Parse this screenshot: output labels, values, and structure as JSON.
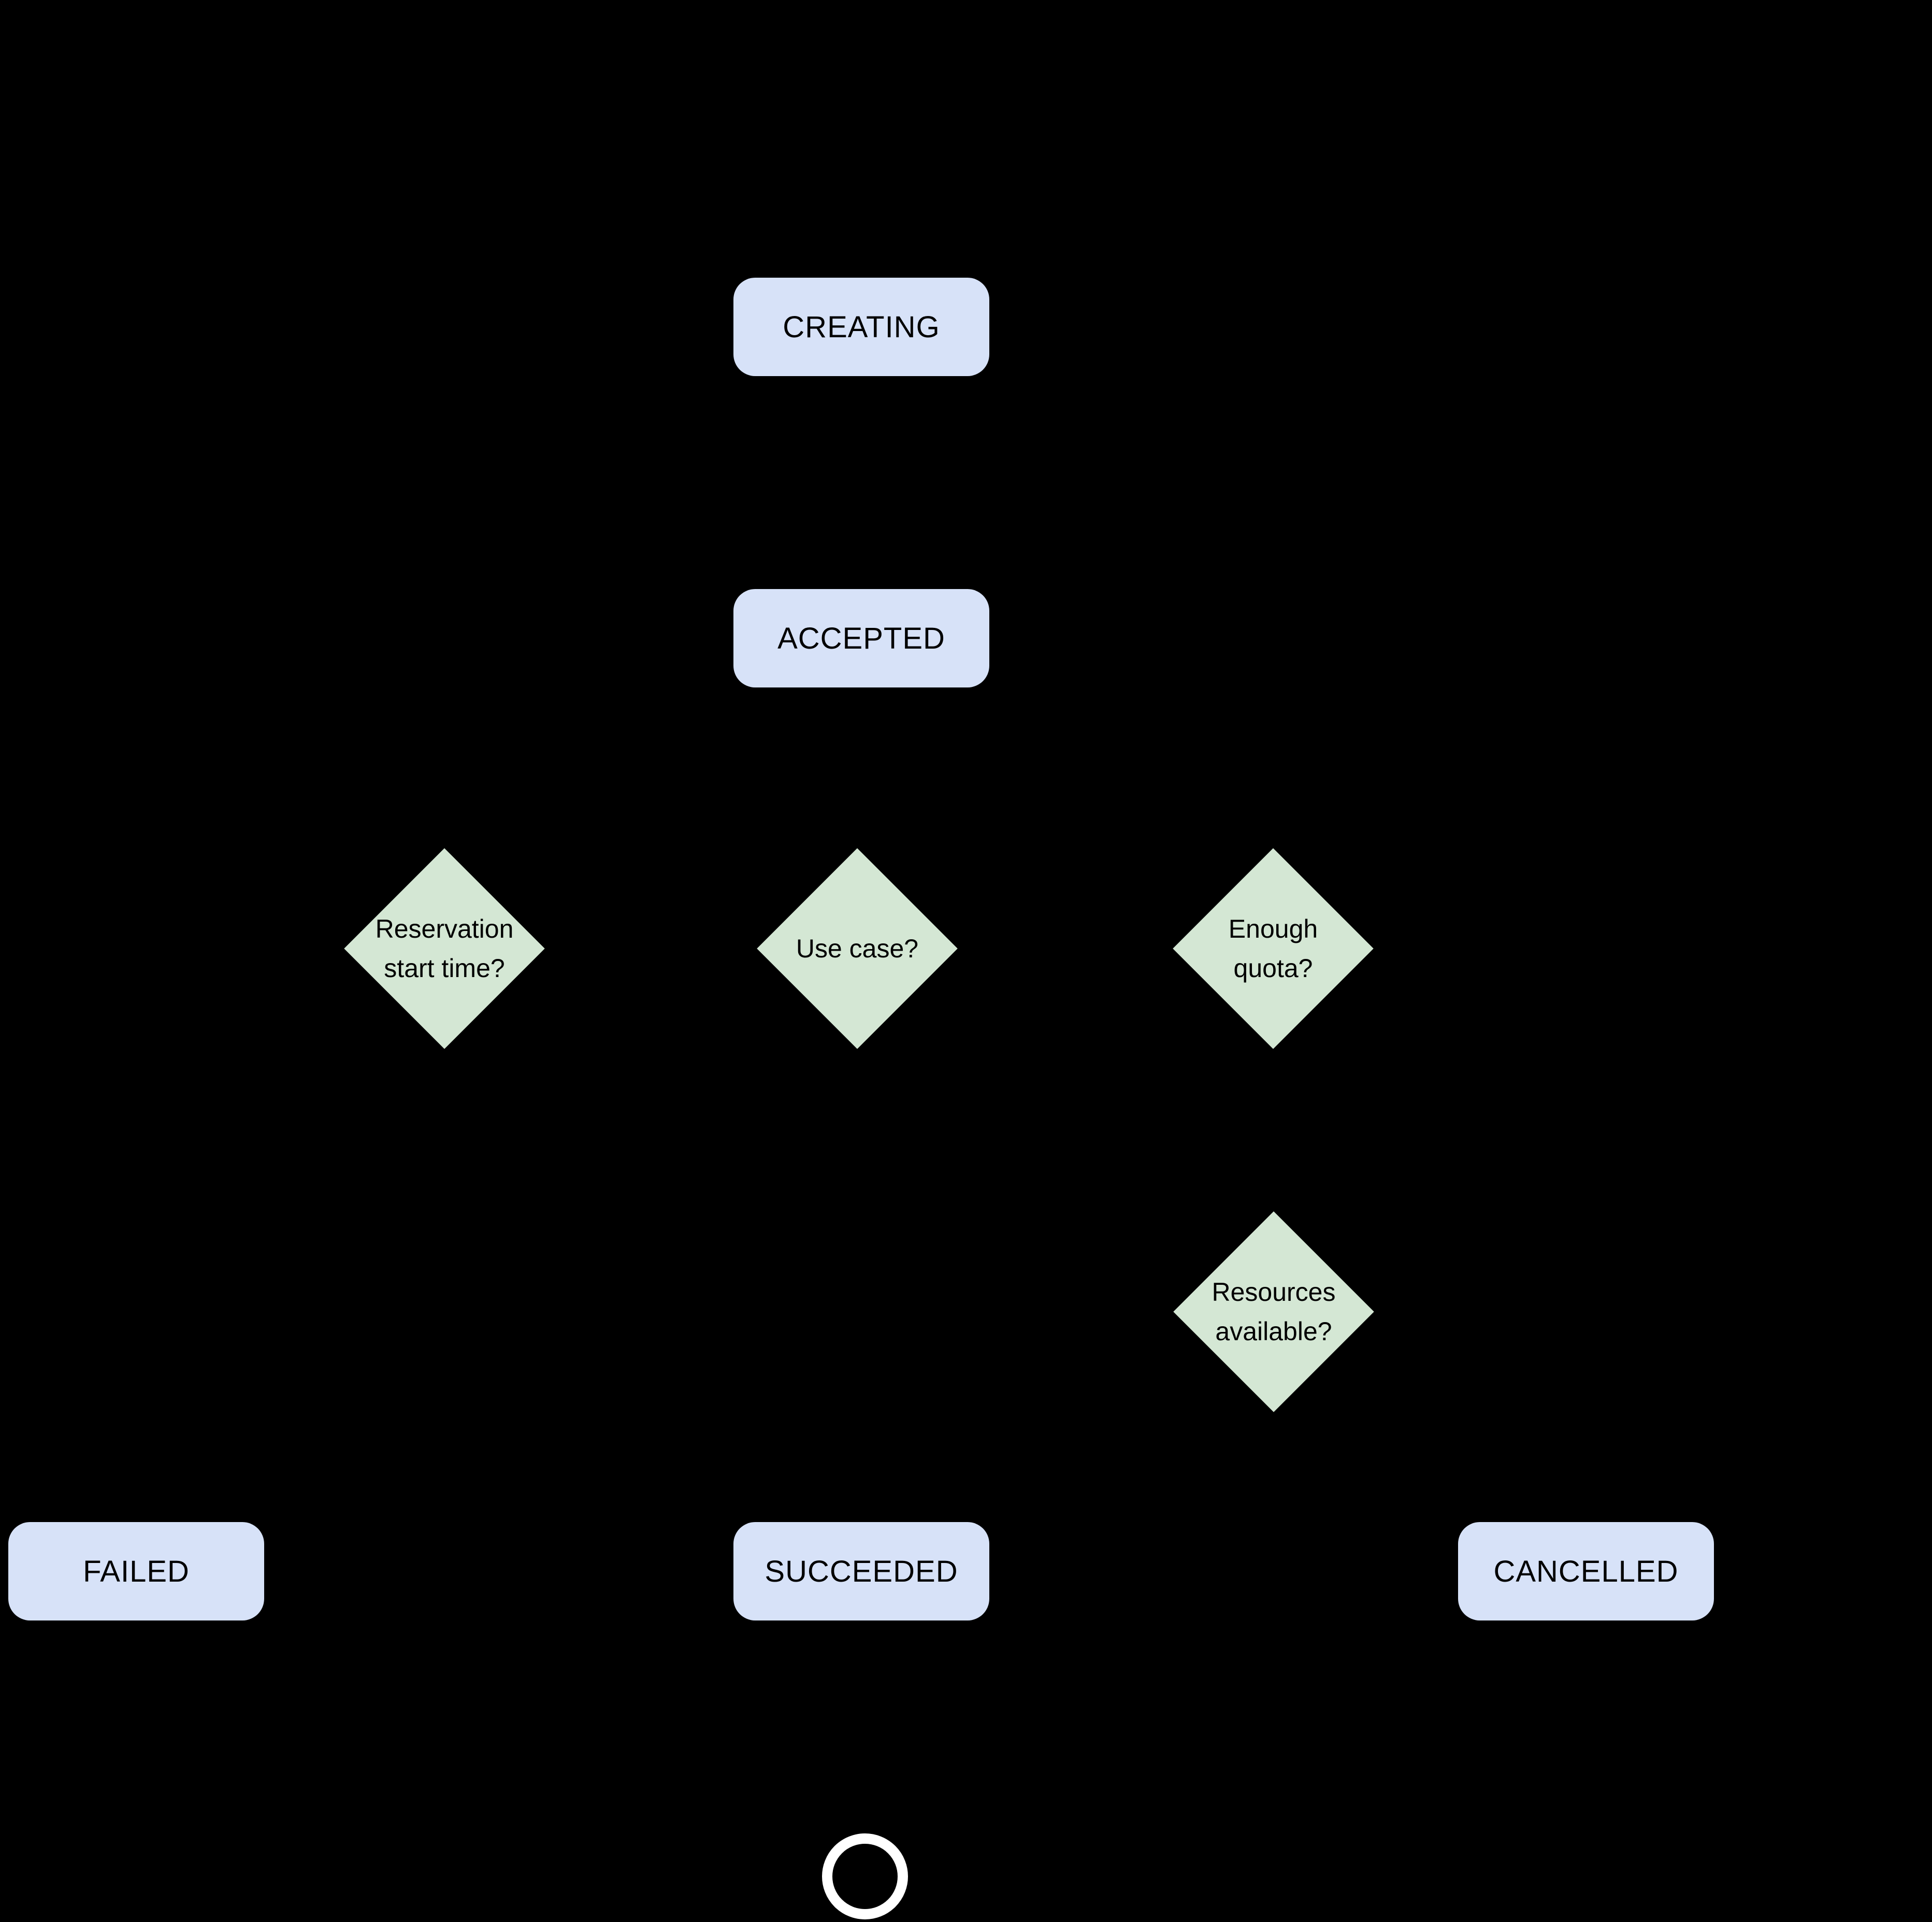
{
  "diagram": {
    "background": "#000000",
    "colors": {
      "state_fill": "#d7e2f8",
      "decision_fill": "#d4e7d4",
      "label": "#000000",
      "terminal_ring": "#ffffff"
    },
    "states": [
      {
        "id": "creating",
        "label": "CREATING"
      },
      {
        "id": "accepted",
        "label": "ACCEPTED"
      },
      {
        "id": "failed",
        "label": "FAILED"
      },
      {
        "id": "succeeded",
        "label": "SUCCEEDED"
      },
      {
        "id": "cancelled",
        "label": "CANCELLED"
      }
    ],
    "decisions": [
      {
        "id": "reservation-start-time",
        "line1": "Reservation",
        "line2": "start time?"
      },
      {
        "id": "use-case",
        "line1": "Use case?",
        "line2": ""
      },
      {
        "id": "enough-quota",
        "line1": "Enough",
        "line2": "quota?"
      },
      {
        "id": "resources-available",
        "line1": "Resources",
        "line2": "available?"
      }
    ],
    "terminal": {
      "id": "end"
    }
  }
}
